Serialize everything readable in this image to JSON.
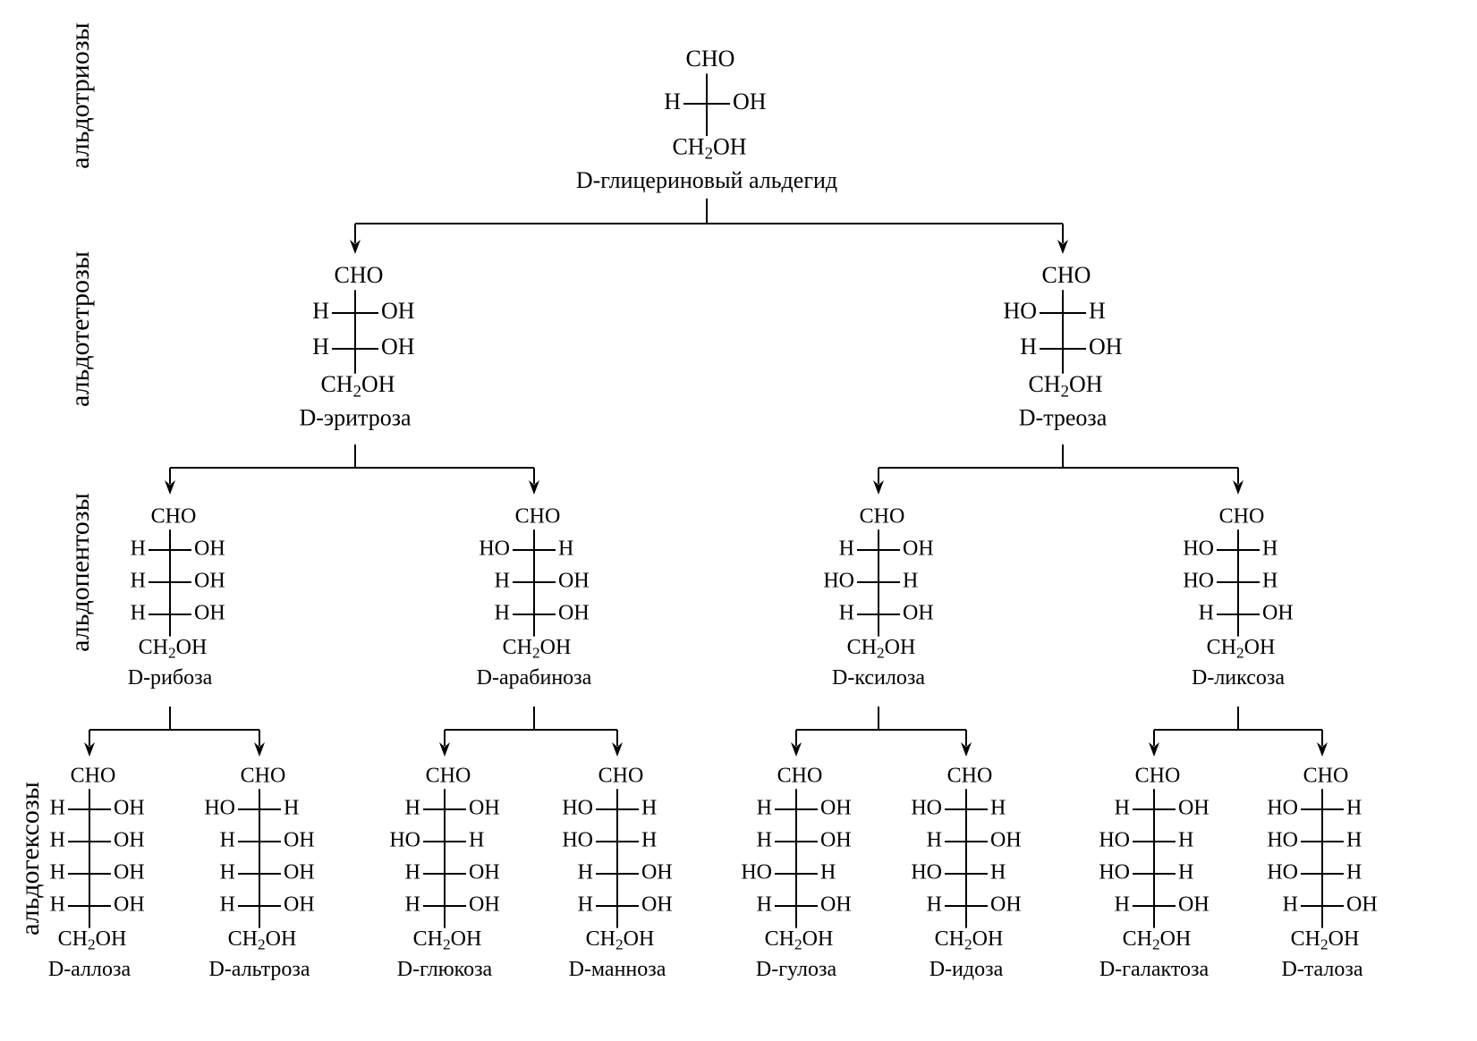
{
  "levels": [
    {
      "key": "trioses",
      "label": "альдотриозы"
    },
    {
      "key": "tetroses",
      "label": "альдотетрозы"
    },
    {
      "key": "pentoses",
      "label": "альдопентозы"
    },
    {
      "key": "hexoses",
      "label": "альдогексозы"
    }
  ],
  "formula_parts": {
    "top": "CHO",
    "bottom_main": "CH",
    "bottom_sub": "2",
    "bottom_tail": "OH",
    "oh": "OH",
    "h": "H",
    "ho": "HO"
  },
  "sugars": [
    {
      "id": "glyceraldehyde",
      "name": "D-глицериновый альдегид",
      "level": 0,
      "config": [
        "R"
      ]
    },
    {
      "id": "erythrose",
      "name": "D-эритроза",
      "level": 1,
      "config": [
        "R",
        "R"
      ]
    },
    {
      "id": "threose",
      "name": "D-треоза",
      "level": 1,
      "config": [
        "L",
        "R"
      ]
    },
    {
      "id": "ribose",
      "name": "D-рибоза",
      "level": 2,
      "config": [
        "R",
        "R",
        "R"
      ]
    },
    {
      "id": "arabinose",
      "name": "D-арабиноза",
      "level": 2,
      "config": [
        "L",
        "R",
        "R"
      ]
    },
    {
      "id": "xylose",
      "name": "D-ксилоза",
      "level": 2,
      "config": [
        "R",
        "L",
        "R"
      ]
    },
    {
      "id": "lyxose",
      "name": "D-ликсоза",
      "level": 2,
      "config": [
        "L",
        "L",
        "R"
      ]
    },
    {
      "id": "allose",
      "name": "D-аллоза",
      "level": 3,
      "config": [
        "R",
        "R",
        "R",
        "R"
      ]
    },
    {
      "id": "altrose",
      "name": "D-альтроза",
      "level": 3,
      "config": [
        "L",
        "R",
        "R",
        "R"
      ]
    },
    {
      "id": "glucose",
      "name": "D-глюкоза",
      "level": 3,
      "config": [
        "R",
        "L",
        "R",
        "R"
      ]
    },
    {
      "id": "mannose",
      "name": "D-манноза",
      "level": 3,
      "config": [
        "L",
        "L",
        "R",
        "R"
      ]
    },
    {
      "id": "gulose",
      "name": "D-гулоза",
      "level": 3,
      "config": [
        "R",
        "R",
        "L",
        "R"
      ]
    },
    {
      "id": "idose",
      "name": "D-идоза",
      "level": 3,
      "config": [
        "L",
        "R",
        "L",
        "R"
      ]
    },
    {
      "id": "galactose",
      "name": "D-галактоза",
      "level": 3,
      "config": [
        "R",
        "L",
        "L",
        "R"
      ]
    },
    {
      "id": "talose",
      "name": "D-талоза",
      "level": 3,
      "config": [
        "L",
        "L",
        "L",
        "R"
      ]
    }
  ],
  "edges": [
    [
      "glyceraldehyde",
      "erythrose"
    ],
    [
      "glyceraldehyde",
      "threose"
    ],
    [
      "erythrose",
      "ribose"
    ],
    [
      "erythrose",
      "arabinose"
    ],
    [
      "threose",
      "xylose"
    ],
    [
      "threose",
      "lyxose"
    ],
    [
      "ribose",
      "allose"
    ],
    [
      "ribose",
      "altrose"
    ],
    [
      "arabinose",
      "glucose"
    ],
    [
      "arabinose",
      "mannose"
    ],
    [
      "xylose",
      "gulose"
    ],
    [
      "xylose",
      "idose"
    ],
    [
      "lyxose",
      "galactose"
    ],
    [
      "lyxose",
      "talose"
    ]
  ]
}
